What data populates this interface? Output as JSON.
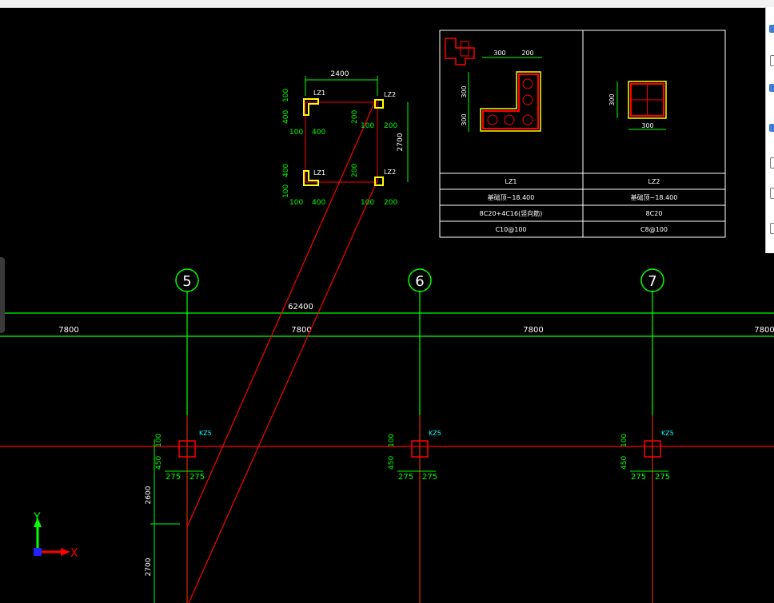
{
  "axes": [
    {
      "label": "5"
    },
    {
      "label": "6"
    },
    {
      "label": "7"
    }
  ],
  "dimensions": {
    "overall": "62400",
    "spans": [
      "7800",
      "7800",
      "7800",
      "7800"
    ]
  },
  "columns_kz": {
    "label": "KZ5",
    "dim_100": "100",
    "dim_450": "450",
    "dim_275_left": "275",
    "dim_275_right": "275"
  },
  "vertical_dims": [
    "2600",
    "2700"
  ],
  "wall_columns_plan": {
    "top_dim": "2400",
    "right_dim": "2700",
    "lz1": "LZ1",
    "lz2": "LZ2",
    "d100": "100",
    "d400": "400",
    "d200": "200"
  },
  "detail_table": {
    "lz1_dims": {
      "a": "300",
      "b": "200",
      "c": "300",
      "d": "300"
    },
    "lz2_dims": {
      "a": "300",
      "b": "300"
    },
    "rows": [
      [
        "LZ1",
        "LZ2"
      ],
      [
        "基础顶~18.400",
        "基础顶~18.400"
      ],
      [
        "8C20+4C16(竖向筋)",
        "8C20"
      ],
      [
        "C10@100",
        "C8@100"
      ]
    ]
  },
  "ucs": {
    "y": "Y",
    "x": "X"
  },
  "colors": {
    "background": "#000000",
    "axis_line": "#00ff00",
    "beam_line": "#ff0000",
    "column_fill": "#ffff00",
    "label_cyan": "#00ffff"
  }
}
